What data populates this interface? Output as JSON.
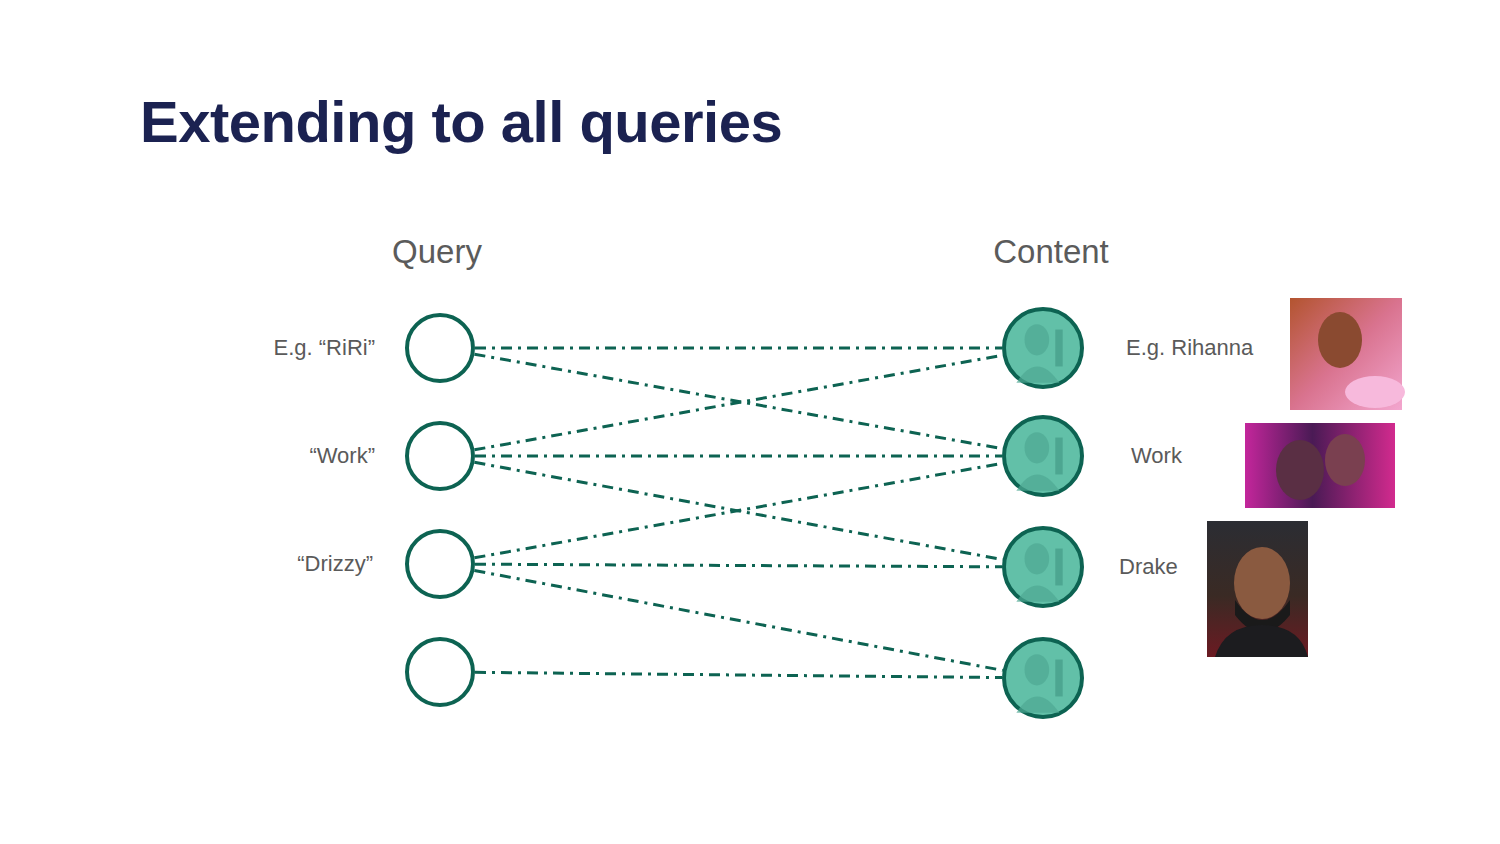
{
  "diagram": {
    "title": "Extending to all queries",
    "nodes": [
      {
        "text": [
          "E.g. “RiRi”"
        ]
      },
      {
        "text": [
          "“Work”"
        ]
      },
      {
        "text": [
          "“Drizzy”"
        ]
      },
      {
        "text": []
      },
      {
        "text": [
          "E.g. Rihanna"
        ]
      },
      {
        "text": [
          "Work"
        ]
      },
      {
        "text": [
          "Drake"
        ]
      },
      {
        "text": []
      }
    ],
    "edges": [
      {
        "from": 0,
        "to": 4,
        "arrow": "none"
      },
      {
        "from": 0,
        "to": 5,
        "arrow": "none"
      },
      {
        "from": 1,
        "to": 4,
        "arrow": "none"
      },
      {
        "from": 1,
        "to": 5,
        "arrow": "none"
      },
      {
        "from": 1,
        "to": 6,
        "arrow": "none"
      },
      {
        "from": 2,
        "to": 5,
        "arrow": "none"
      },
      {
        "from": 2,
        "to": 6,
        "arrow": "none"
      },
      {
        "from": 2,
        "to": 7,
        "arrow": "none"
      },
      {
        "from": 3,
        "to": 7,
        "arrow": "none"
      }
    ],
    "labels": [
      "Query",
      "Content"
    ]
  }
}
